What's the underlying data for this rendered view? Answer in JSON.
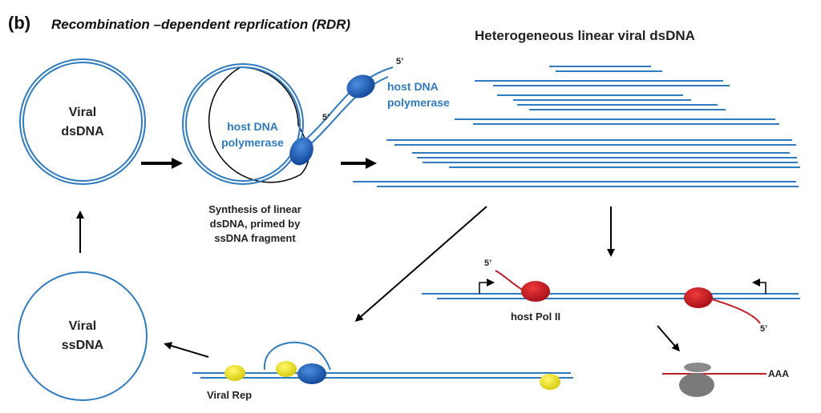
{
  "panel_label": "(b)",
  "title": "Recombination –dependent reprlication (RDR)",
  "right_title": "Heterogeneous linear viral dsDNA",
  "circle1": {
    "line1": "Viral",
    "line2": "dsDNA"
  },
  "circle2": {
    "polymerase_line1": "host DNA",
    "polymerase_line2": "polymerase",
    "five_prime_inner": "5’"
  },
  "outer_polymerase": {
    "line1": "host DNA",
    "line2": "polymerase",
    "five_prime": "5’"
  },
  "synthesis_caption": {
    "line1": "Synthesis of linear",
    "line2": "dsDNA, primed by",
    "line3": "ssDNA fragment"
  },
  "circle3": {
    "line1": "Viral",
    "line2": "ssDNA"
  },
  "viral_rep_label": "Viral Rep",
  "transcription": {
    "five_prime_left": "5’",
    "five_prime_right": "5’",
    "pol_label": "host Pol II"
  },
  "ribosome": {
    "polya_label": "AAA"
  },
  "colors": {
    "dna_blue": "#2e7bbf",
    "polymerase_blue": "#1f5fb0",
    "pol2_red": "#d01c24",
    "rna_red": "#c0202a",
    "rep_yellow": "#f2e82a",
    "ribosome_gray": "#808080"
  }
}
